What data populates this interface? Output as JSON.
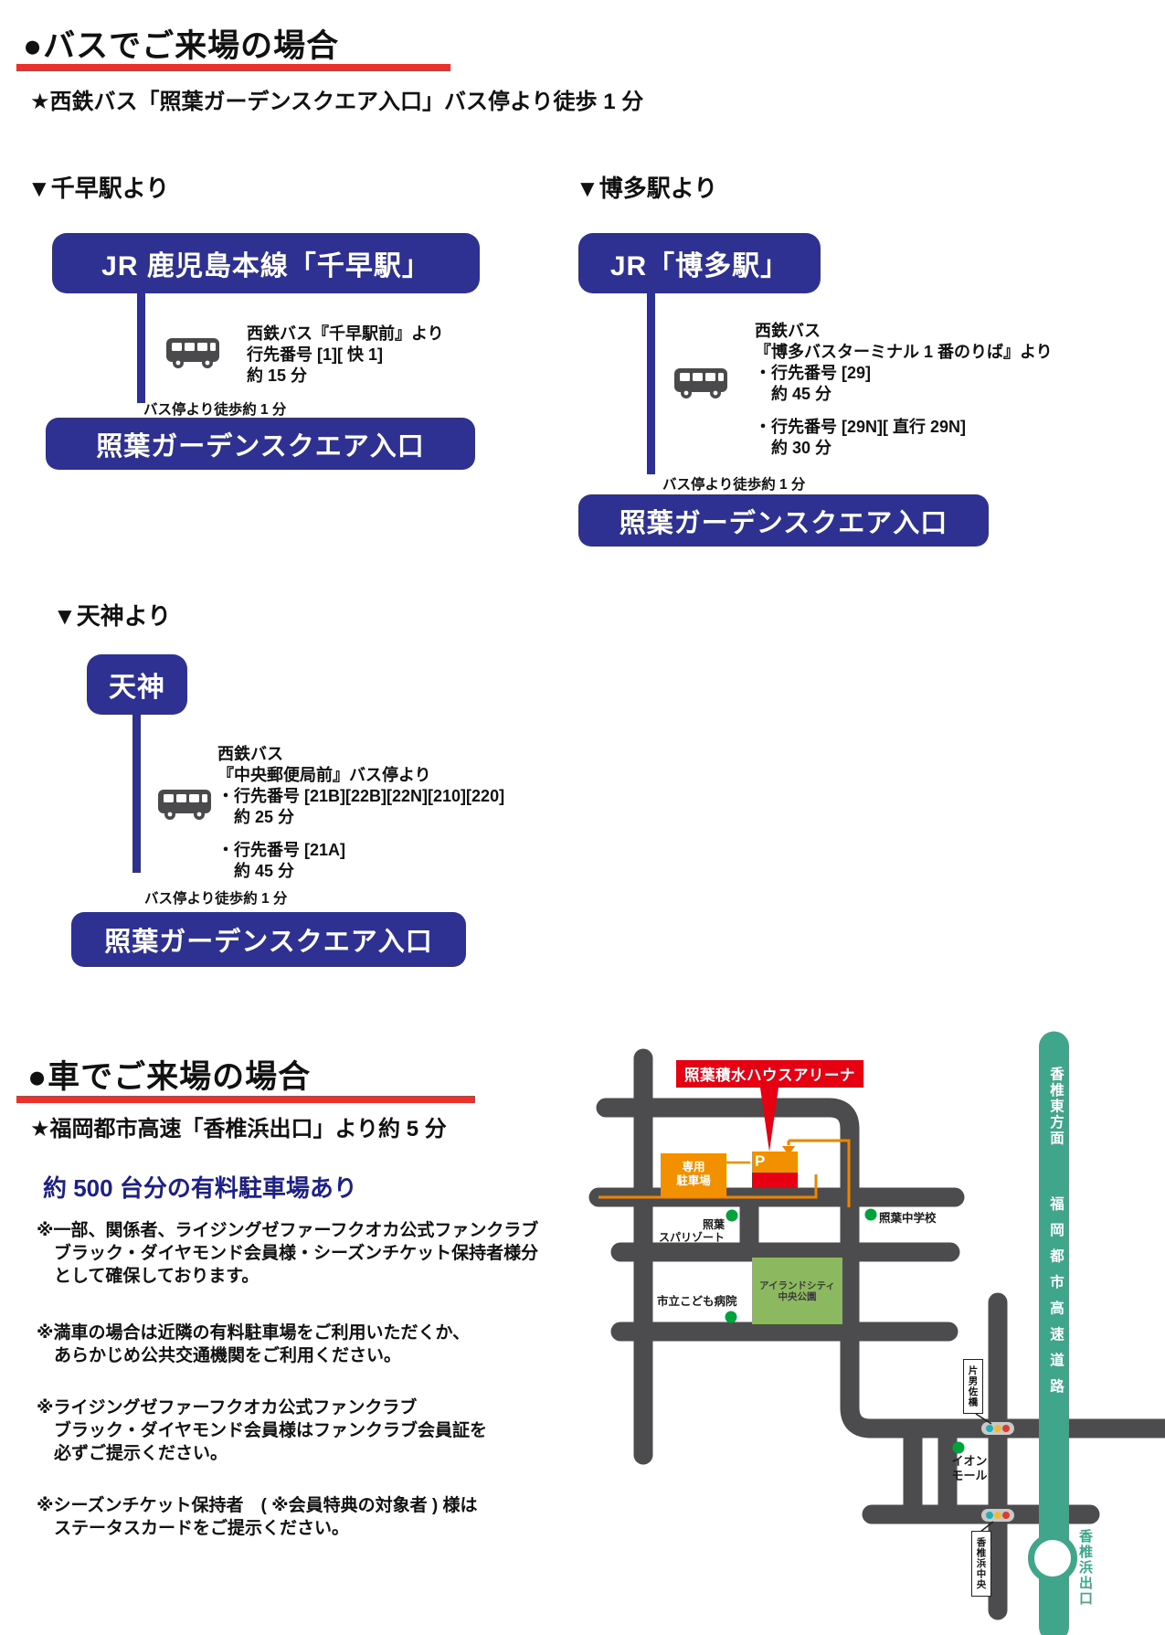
{
  "colors": {
    "navy": "#2e3192",
    "accent_red": "#e8322b",
    "arena_red": "#e60012",
    "road_gray": "#4c4c4e",
    "highway_teal": "#3fa58b",
    "park_green": "#8cb95f",
    "spot_dot_green": "#00a23c",
    "building_orange": "#f39000",
    "route_orange": "#f08300",
    "parking_text_blue": "#1d2088"
  },
  "bus_section": {
    "heading": "●バスでご来場の場合",
    "note": "★西鉄バス「照葉ガーデンスクエア入口」バス停より徒歩 1 分",
    "routes": [
      {
        "area_label": "▼千早駅より",
        "origin": "JR 鹿児島本線「千早駅」",
        "lines": [
          "西鉄バス『千早駅前』より",
          "行先番号 [1][ 快 1]",
          "約 15 分"
        ],
        "walk": "バス停より徒歩約 1 分",
        "destination": "照葉ガーデンスクエア入口"
      },
      {
        "area_label": "▼博多駅より",
        "origin": "JR「博多駅」",
        "lines": [
          "西鉄バス",
          "『博多バスターミナル 1 番のりば』より",
          "・行先番号 [29]",
          "　約 45 分",
          "・行先番号 [29N][ 直行 29N]",
          "　約 30 分"
        ],
        "walk": "バス停より徒歩約 1 分",
        "destination": "照葉ガーデンスクエア入口"
      },
      {
        "area_label": "▼天神より",
        "origin": "天神",
        "lines": [
          "西鉄バス",
          "『中央郵便局前』バス停より",
          "・行先番号 [21B][22B][22N][210][220]",
          "　約 25 分",
          "・行先番号 [21A]",
          "　約 45 分"
        ],
        "walk": "バス停より徒歩約 1 分",
        "destination": "照葉ガーデンスクエア入口"
      }
    ]
  },
  "car_section": {
    "heading": "●車でご来場の場合",
    "note": "★福岡都市高速「香椎浜出口」より約 5 分",
    "parking": "約 500 台分の有料駐車場あり",
    "notes": [
      [
        "※一部、関係者、ライジングゼファーフクオカ公式ファンクラブ",
        "　ブラック・ダイヤモンド会員様・シーズンチケット保持者様分",
        "　として確保しております。"
      ],
      [
        "※満車の場合は近隣の有料駐車場をご利用いただくか、",
        "　あらかじめ公共交通機関をご利用ください。"
      ],
      [
        "※ライジングゼファーフクオカ公式ファンクラブ",
        "　ブラック・ダイヤモンド会員様はファンクラブ会員証を",
        "　必ずご提示ください。"
      ],
      [
        "※シーズンチケット保持者　( ※会員特典の対象者 ) 様は",
        "　ステータスカードをご提示ください。"
      ]
    ]
  },
  "map": {
    "arena_label": "照葉積水ハウスアリーナ",
    "p_mark": "P",
    "parking_line1": "専用",
    "parking_line2": "駐車場",
    "park_line1": "アイランドシティ",
    "park_line2": "中央公園",
    "spa_line1": "照葉",
    "spa_line2": "スパリゾート",
    "school": "照葉中学校",
    "hospital": "市立こども病院",
    "aeon_line1": "イオン",
    "aeon_line2": "モール",
    "signal1": "片男佐橋",
    "signal2": "香椎浜中央",
    "highway_direction": "香椎東方面",
    "highway_name": "福岡都市高速道路",
    "exit_label": "香椎浜出口"
  }
}
